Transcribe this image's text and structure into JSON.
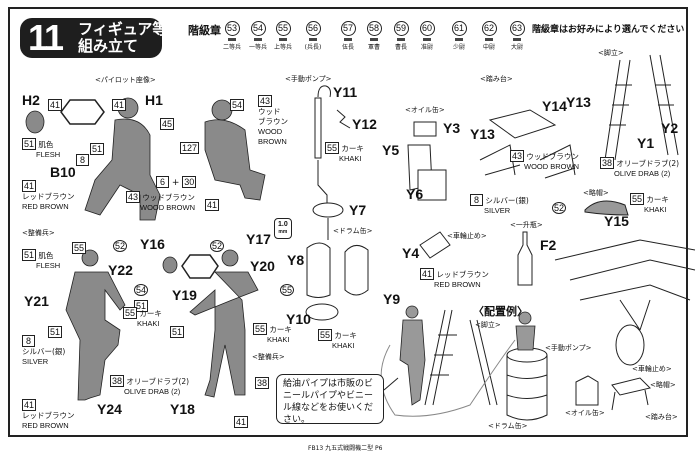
{
  "step": {
    "number": "11",
    "title_line1": "フィギュア等の",
    "title_line2": "組み立て"
  },
  "ranks": {
    "heading": "階級章",
    "note": "階級章はお好みにより選んでください",
    "items": [
      {
        "num": "53",
        "label": "二等兵"
      },
      {
        "num": "54",
        "label": "一等兵"
      },
      {
        "num": "55",
        "label": "上等兵"
      },
      {
        "num": "56",
        "label": "(兵長)"
      },
      {
        "num": "57",
        "label": "伍長"
      },
      {
        "num": "58",
        "label": "軍曹"
      },
      {
        "num": "59",
        "label": "曹長"
      },
      {
        "num": "60",
        "label": "准尉"
      },
      {
        "num": "61",
        "label": "少尉"
      },
      {
        "num": "62",
        "label": "中尉"
      },
      {
        "num": "63",
        "label": "大尉"
      }
    ]
  },
  "sections": {
    "pilot": "<パイロット座像>",
    "pump": "<手動ポンプ>",
    "oil_can": "<オイル缶>",
    "step_stool": "<踏み台>",
    "stepladder": "<脚立>",
    "cap": "<略帽>",
    "bottle": "<一升瓶>",
    "chock": "<車輪止め>",
    "drum": "<ドラム缶>",
    "mechanic_1": "<整備兵>",
    "mechanic_2": "<整備兵>",
    "layout_example": "〈配置例〉",
    "ex_stepladder": "<脚立>",
    "ex_pump": "<手動ポンプ>",
    "ex_chock": "<車輪止め>",
    "ex_cap": "<略帽>",
    "ex_oil_can": "<オイル缶>",
    "ex_step_stool": "<踏み台>",
    "ex_drum": "<ドラム缶>"
  },
  "parts": {
    "H2": "H2",
    "H1": "H1",
    "B10": "B10",
    "Y11": "Y11",
    "Y12": "Y12",
    "Y3": "Y3",
    "Y5": "Y5",
    "Y6": "Y6",
    "Y7": "Y7",
    "Y13a": "Y13",
    "Y13b": "Y13",
    "Y14": "Y14",
    "Y1": "Y1",
    "Y2": "Y2",
    "Y15": "Y15",
    "F2": "F2",
    "Y4": "Y4",
    "Y8": "Y8",
    "Y9": "Y9",
    "Y10": "Y10",
    "Y16": "Y16",
    "Y17": "Y17",
    "Y22": "Y22",
    "Y20": "Y20",
    "Y21": "Y21",
    "Y19": "Y19",
    "Y24": "Y24",
    "Y18": "Y18"
  },
  "colors": {
    "flesh": {
      "num": "51",
      "jp": "肌色",
      "en": "FLESH"
    },
    "red_brown": {
      "num": "41",
      "jp": "レッドブラウン",
      "en": "RED BROWN"
    },
    "wood_brown": {
      "num": "43",
      "jp": "ウッドブラウン",
      "en": "WOOD BROWN"
    },
    "wood_brown_split": {
      "jp1": "ウッド",
      "jp2": "ブラウン",
      "en1": "WOOD",
      "en2": "BROWN"
    },
    "khaki": {
      "num": "55",
      "jp": "カーキ",
      "en": "KHAKI"
    },
    "silver": {
      "num": "8",
      "jp": "シルバー(銀)",
      "en": "SILVER"
    },
    "olive_drab": {
      "num": "38",
      "jp": "オリーブドラブ(2)",
      "en": "OLIVE DRAB (2)"
    },
    "mix": {
      "a": "6",
      "plus": "+",
      "b": "30"
    },
    "other": {
      "c45": "45",
      "c54": "54",
      "c127": "127",
      "c52": "52"
    }
  },
  "drill": {
    "size": "1.0",
    "unit": "mm"
  },
  "note": "給油パイプは市販のビニールパイプやビニール線などをお使いください。",
  "footer": "FB13 九五式戦闘機二型 P6"
}
